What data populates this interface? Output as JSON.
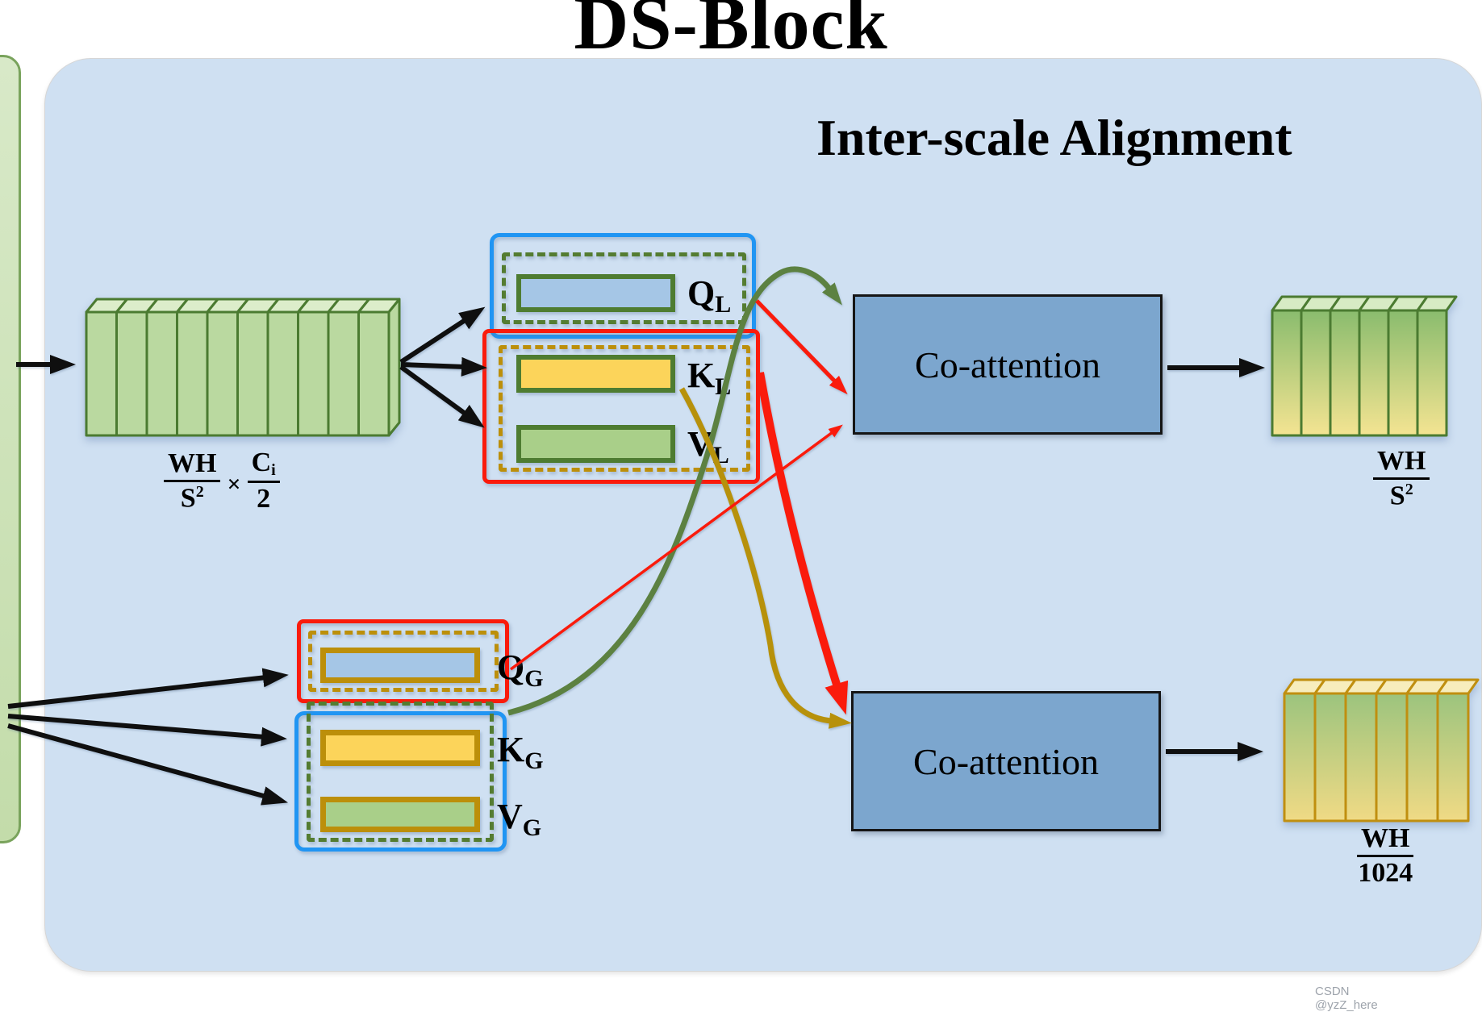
{
  "title": "DS-Block",
  "panel": {
    "heading": "Inter-scale Alignment"
  },
  "coattention": {
    "top": "Co-attention",
    "bottom": "Co-attention"
  },
  "qkv": {
    "ql": {
      "base": "Q",
      "sub": "L"
    },
    "kl": {
      "base": "K",
      "sub": "L"
    },
    "vl": {
      "base": "V",
      "sub": "L"
    },
    "qg": {
      "base": "Q",
      "sub": "G"
    },
    "kg": {
      "base": "K",
      "sub": "G"
    },
    "vg": {
      "base": "V",
      "sub": "G"
    }
  },
  "formulas": {
    "local": {
      "num": "WH",
      "den_base": "S",
      "den_sup": "2",
      "times": "×",
      "num2_base": "C",
      "num2_sub": "i",
      "den2": "2"
    },
    "out_top": {
      "num": "WH",
      "den_base": "S",
      "den_sup": "2"
    },
    "out_bottom": {
      "num": "WH",
      "den": "1024"
    }
  },
  "watermark": "CSDN @yzZ_here",
  "colors": {
    "panel_bg": "#cfe0f2",
    "coattention_fill": "#7ca6ce",
    "solid_blue_box": "#2095f3",
    "solid_red_box": "#fa1b0c",
    "dashed_green_box": "#547c31",
    "dashed_olive_box": "#bc8f0a",
    "q_fill": "#a5c6e6",
    "k_fill": "#fcd45a",
    "v_fill": "#a9cf89",
    "stack_green_front": "#bad9a0",
    "stack_gradient_top": "#8abc6e",
    "stack_gradient_bottom": "#f4e492",
    "green_arrow": "#5c8141",
    "olive_arrow": "#b7910b",
    "red_arrow": "#fa1b0c"
  }
}
